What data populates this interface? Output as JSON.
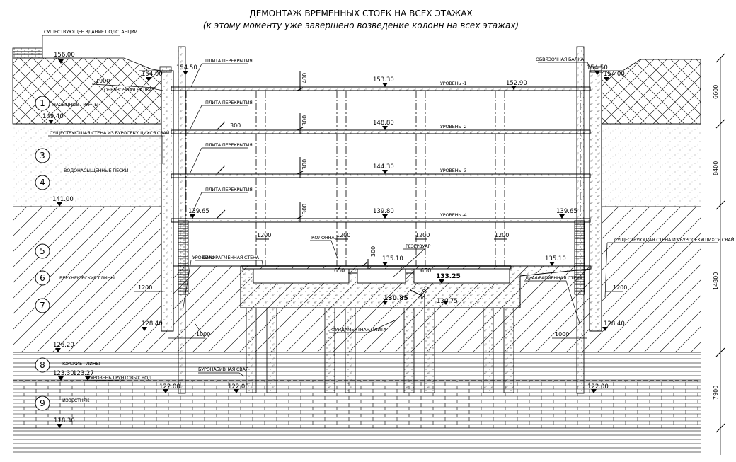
{
  "header": {
    "title": "ДЕМОНТАЖ ВРЕМЕННЫХ СТОЕК НА ВСЕХ ЭТАЖАХ",
    "subtitle": "(к этому моменту уже завершено возведение колонн на всех этажах)"
  },
  "labels": {
    "substation": "СУЩЕСТВУЮЩЕЕ ЗДАНИЕ ПОДСТАНЦИИ",
    "slab1": "ПЛИТА ПЕРЕКРЫТИЯ",
    "slab2": "ПЛИТА ПЕРЕКРЫТИЯ",
    "slab3": "ПЛИТА ПЕРЕКРЫТИЯ",
    "slab4": "ПЛИТА ПЕРЕКРЫТИЯ",
    "ring_beam_left": "ОБВЯЗОЧНАЯ БАЛКА",
    "ring_beam_right": "ОБВЯЗОЧНАЯ БАЛКА",
    "fill_soils": "НАСЫПНЫЕ ГРУНТЫ",
    "pile_wall_left": "СУЩЕСТВУЮЩАЯ СТЕНА ИЗ БУРОСЕКУЩИХСЯ СВАЙ",
    "pile_wall_right": "СУЩЕСТВУЮЩАЯ СТЕНА ИЗ БУРОСЕКУЩИХСЯ СВАЙ",
    "sands": "ВОДОНАСЫЩЕННЫЕ ПЕСКИ",
    "column": "КОЛОННА",
    "reservoir": "РЕЗЕРВУАР",
    "diaphragm_left": "ДИАФРАГМЕННАЯ СТЕНА",
    "diaphragm_right": "ДИАФРАГМЕННАЯ СТЕНА",
    "upper_clays": "ВЕРХНЕЮРСКИЕ ГЛИНЫ",
    "level_partial": "УРОВЕНЬ",
    "foundation_slab": "ФУНДАМЕНТНАЯ ПЛИТА",
    "jurassic_clays": "ЮРСКИЕ ГЛИНЫ",
    "groundwater": "УРОВЕНЬ ГРУНТОВЫХ ВОД",
    "bored_pile": "БУРОНАБИВНАЯ СВАЯ",
    "limestone": "ИЗВЕСТНЯК"
  },
  "levels": {
    "l1": "УРОВЕНЬ -1",
    "l2": "УРОВЕНЬ -2",
    "l3": "УРОВЕНЬ -3",
    "l4": "УРОВЕНЬ -4"
  },
  "elevations": {
    "e156_00": "156.00",
    "e154_50_left": "154.50",
    "e154_00_left": "154.00",
    "e154_50_right": "154.50",
    "e154_00_right": "154.00",
    "e153_30": "153.30",
    "e152_90": "152.90",
    "e149_40": "149.40",
    "e148_80": "148.80",
    "e144_30": "144.30",
    "e141_00": "141.00",
    "e139_65_left": "139.65",
    "e139_80": "139.80",
    "e139_65_right": "139.65",
    "e135_10_mid": "135.10",
    "e135_10_right": "135.10",
    "e133_25": "133.25",
    "e130_85": "130.85",
    "e130_75": "130.75",
    "e128_40_left": "128.40",
    "e128_40_right": "128.40",
    "e126_20": "126.20",
    "e123_30": "123.30",
    "e123_27": "123.27",
    "e122_00_a": "122.00",
    "e122_00_b": "122.00",
    "e122_00_c": "122.00",
    "e118_30": "118.30"
  },
  "dimensions": {
    "d1900": "1900",
    "d400": "400",
    "d300_a": "300",
    "d300_b": "300",
    "d300_c": "300",
    "d300_d": "300",
    "d1200_a": "1200",
    "d1200_b": "1200",
    "d1200_c": "1200",
    "d1200_d": "1200",
    "d300_e": "300",
    "d650_a": "650",
    "d650_b": "650",
    "d2590": "2590",
    "d1200_left": "1200",
    "d1200_right": "1200",
    "d1000_left": "1000",
    "d1000_right": "1000",
    "r6600": "6600",
    "r8400": "8400",
    "r14800": "14800",
    "r7900": "7900"
  },
  "layers": {
    "n1": "1",
    "n3": "3",
    "n4": "4",
    "n5": "5",
    "n6": "6",
    "n7": "7",
    "n8": "8",
    "n9": "9"
  }
}
